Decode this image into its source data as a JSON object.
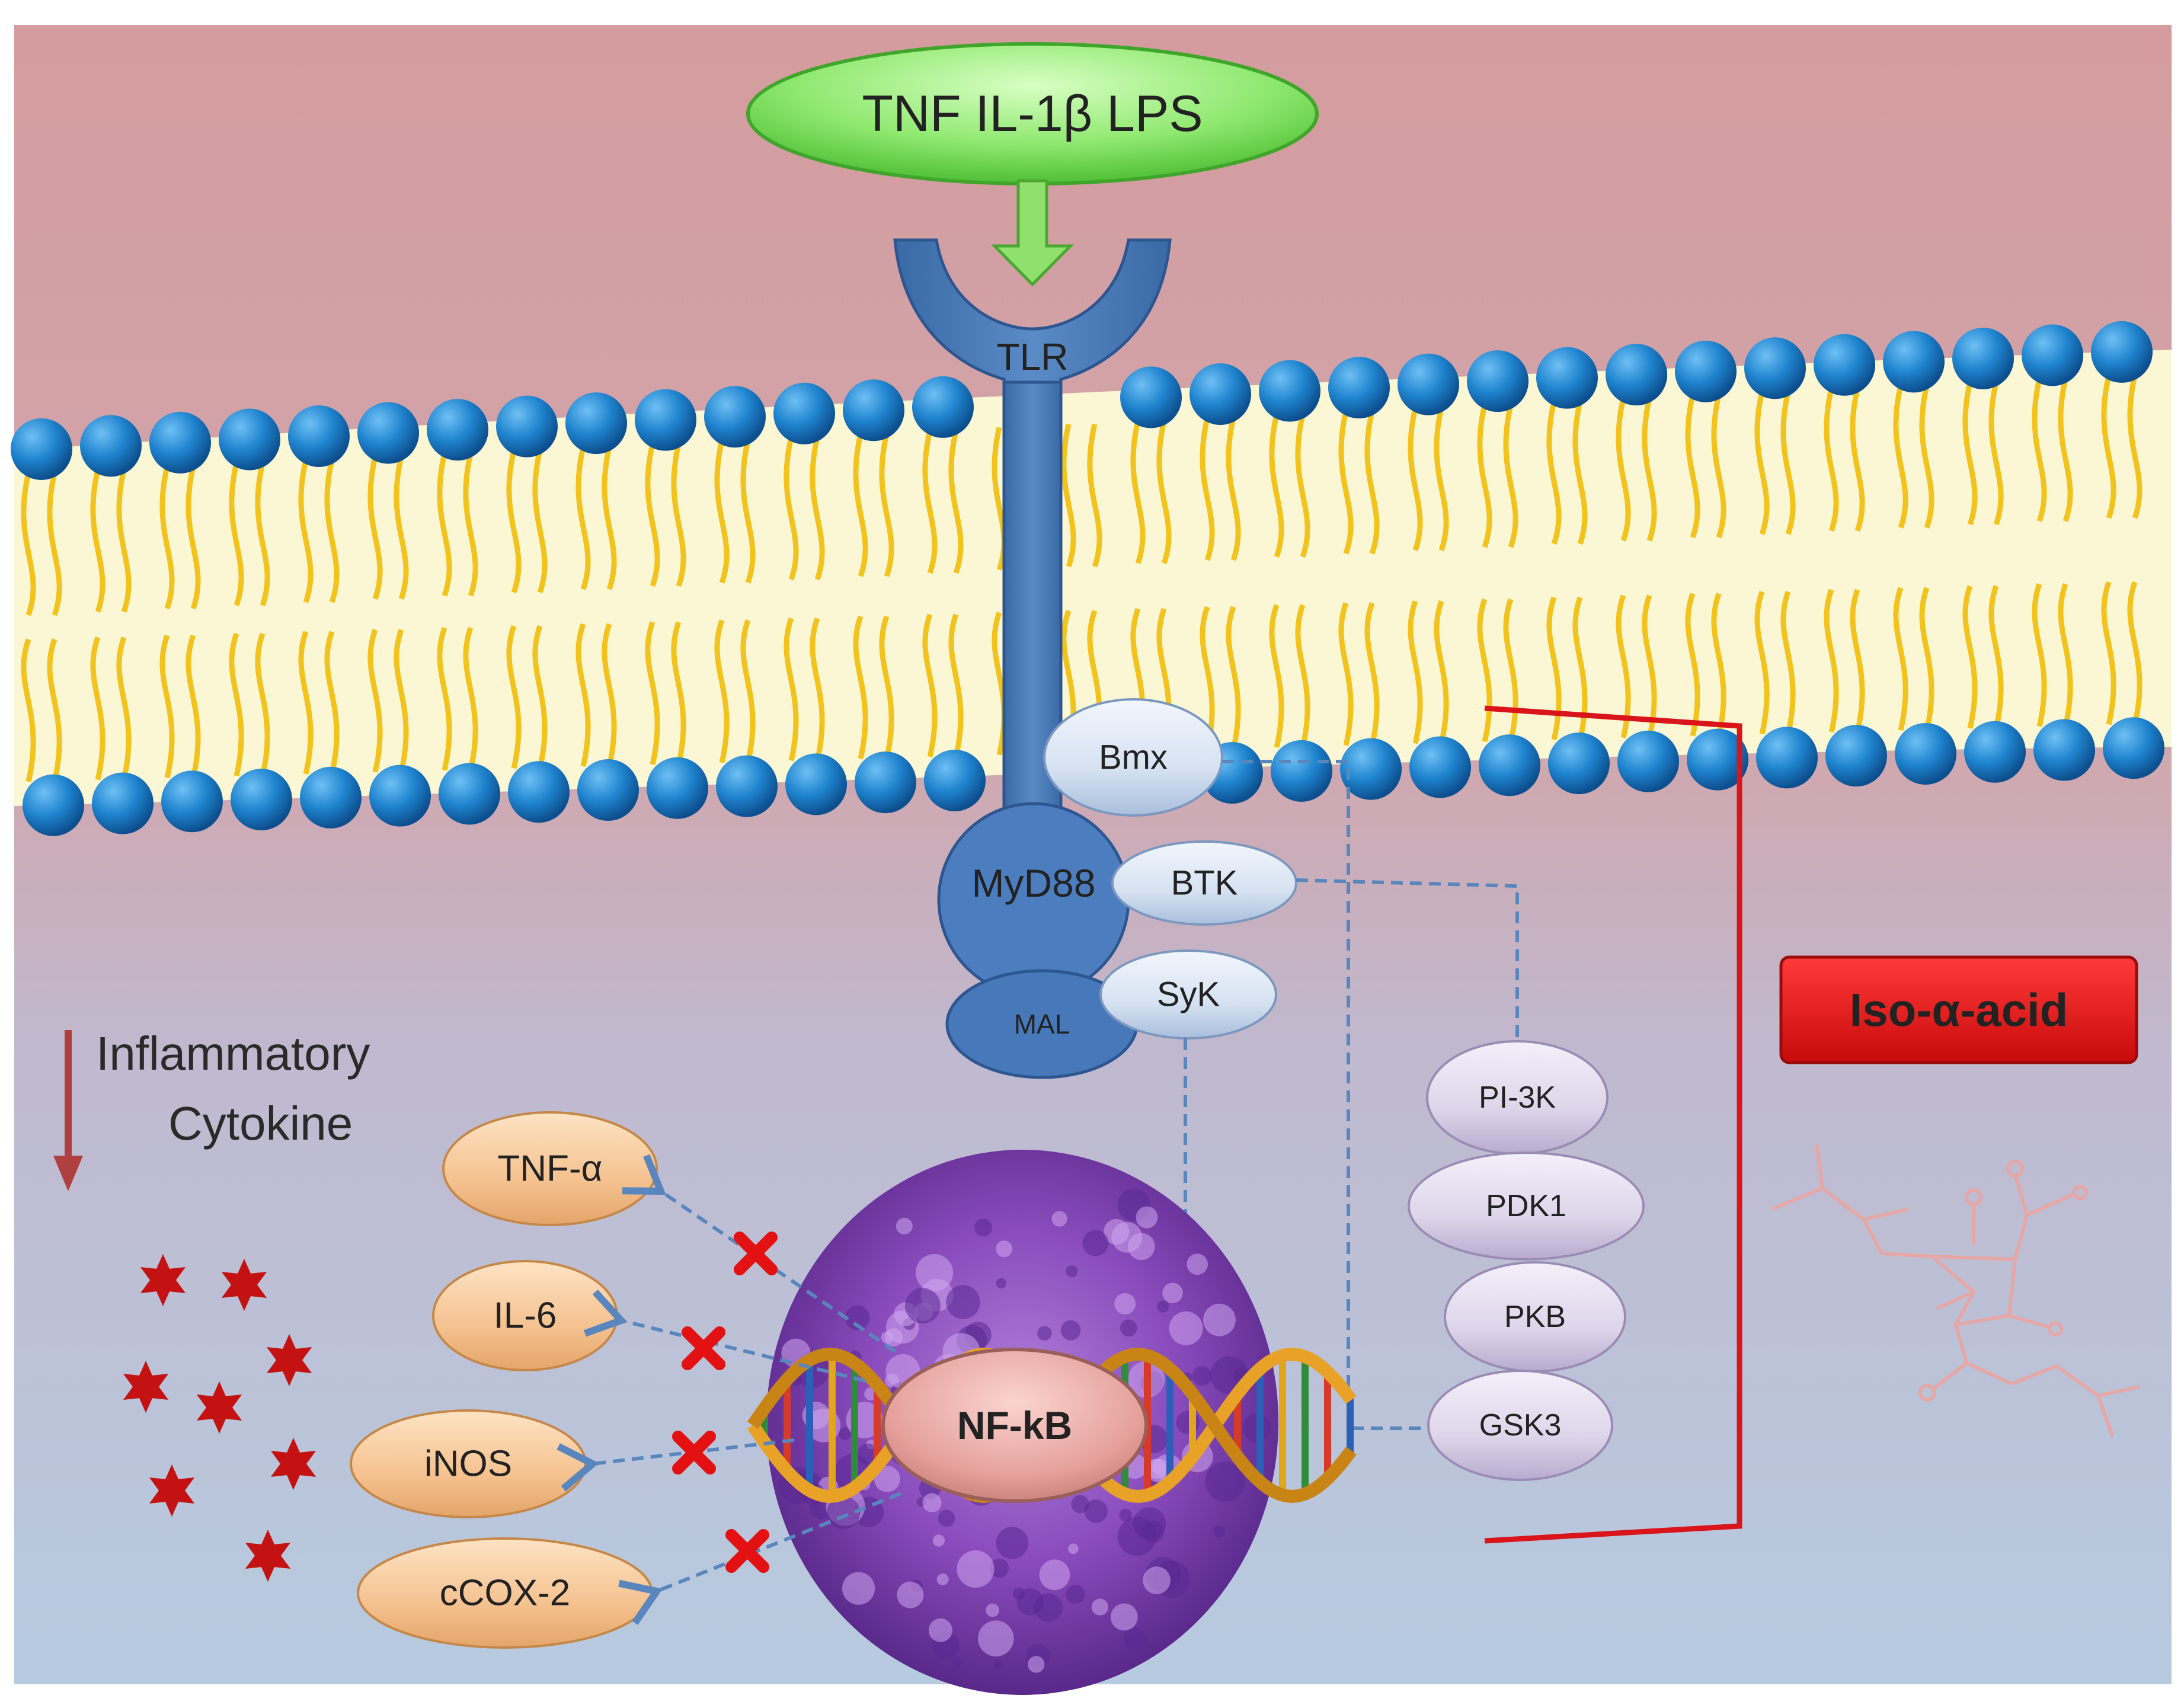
{
  "ligand": {
    "label": "TNF IL-1β   LPS"
  },
  "receptor": {
    "label": "TLR"
  },
  "adaptors": {
    "myd88": "MyD88",
    "mal": "MAL"
  },
  "kinases": {
    "bmx": "Bmx",
    "btk": "BTK",
    "syk": "SyK"
  },
  "pathway": {
    "pi3k": "PI-3K",
    "pdk1": "PDK1",
    "pkb": "PKB",
    "gsk3": "GSK3"
  },
  "nucleus": {
    "factor": "NF-kB"
  },
  "cytokines": {
    "heading_line1": "Inflammatory",
    "heading_line2": "Cytokine",
    "items": [
      "TNF-α",
      "IL-6",
      "iNOS",
      "cCOX-2"
    ]
  },
  "inhibitor": {
    "label": "Iso-α-acid"
  },
  "colors": {
    "extracellular": "#d29ea0",
    "intracellular": "#b9c9dc",
    "membrane_core": "#fbf6d2",
    "lipid_tail": "#f2c21d",
    "lipid_head": "#1e7fc8",
    "receptor": "#4a7bb8",
    "ligand_fill": "#86e86a",
    "cytokine_fill": "#f6c591",
    "pathway_fill": "#e3dcee",
    "kinase_fill": "#dbe6f3",
    "nucleus": "#7e3fb0",
    "nfkb_fill": "#e8a4a0",
    "inhibitor_red": "#e01414",
    "star_red": "#c41212",
    "dashed_link": "#5a86be"
  }
}
